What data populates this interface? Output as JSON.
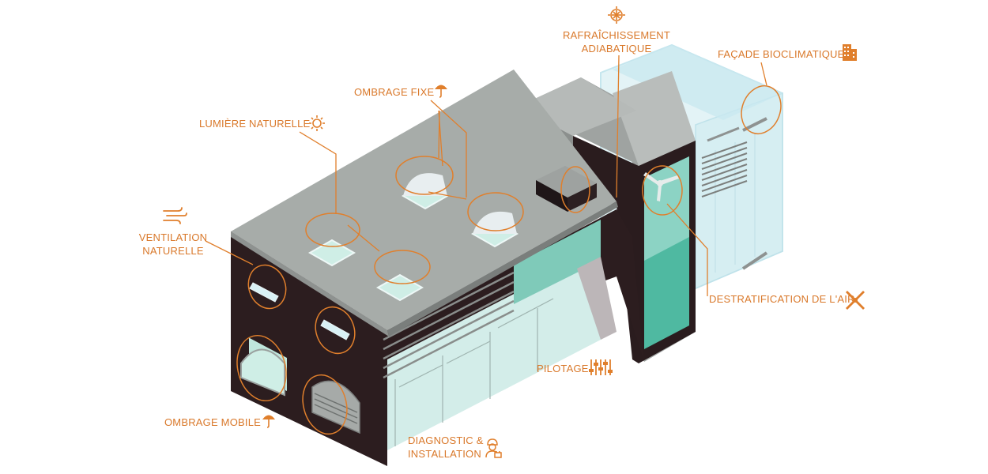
{
  "colors": {
    "accent": "#e07f2c",
    "roof": "#a7aca9",
    "wall_dark": "#2c1d1f",
    "glass": "#9fd6cb",
    "glass_light": "#d6f0f4"
  },
  "labels": {
    "rafraichissement_line1": "RAFRAÎCHISSEMENT",
    "rafraichissement_line2": "ADIABATIQUE",
    "facade": "FAÇADE BIOCLIMATIQUE",
    "ombrage_fixe": "OMBRAGE FIXE",
    "lumiere": "LUMIÈRE NATURELLE",
    "ventilation_line1": "VENTILATION",
    "ventilation_line2": "NATURELLE",
    "destratification": "DESTRATIFICATION DE L'AIR",
    "pilotage": "PILOTAGE",
    "ombrage_mobile": "OMBRAGE MOBILE",
    "diagnostic_line1": "DIAGNOSTIC &",
    "diagnostic_line2": "INSTALLATION"
  },
  "icons": {
    "rafraichissement": "snowflake-sun-icon",
    "facade": "building-icon",
    "ombrage_fixe": "umbrella-icon",
    "lumiere": "sun-icon",
    "ventilation": "wind-icon",
    "destratification": "fan-icon",
    "pilotage": "sliders-icon",
    "ombrage_mobile": "umbrella-icon",
    "diagnostic": "technician-icon"
  }
}
